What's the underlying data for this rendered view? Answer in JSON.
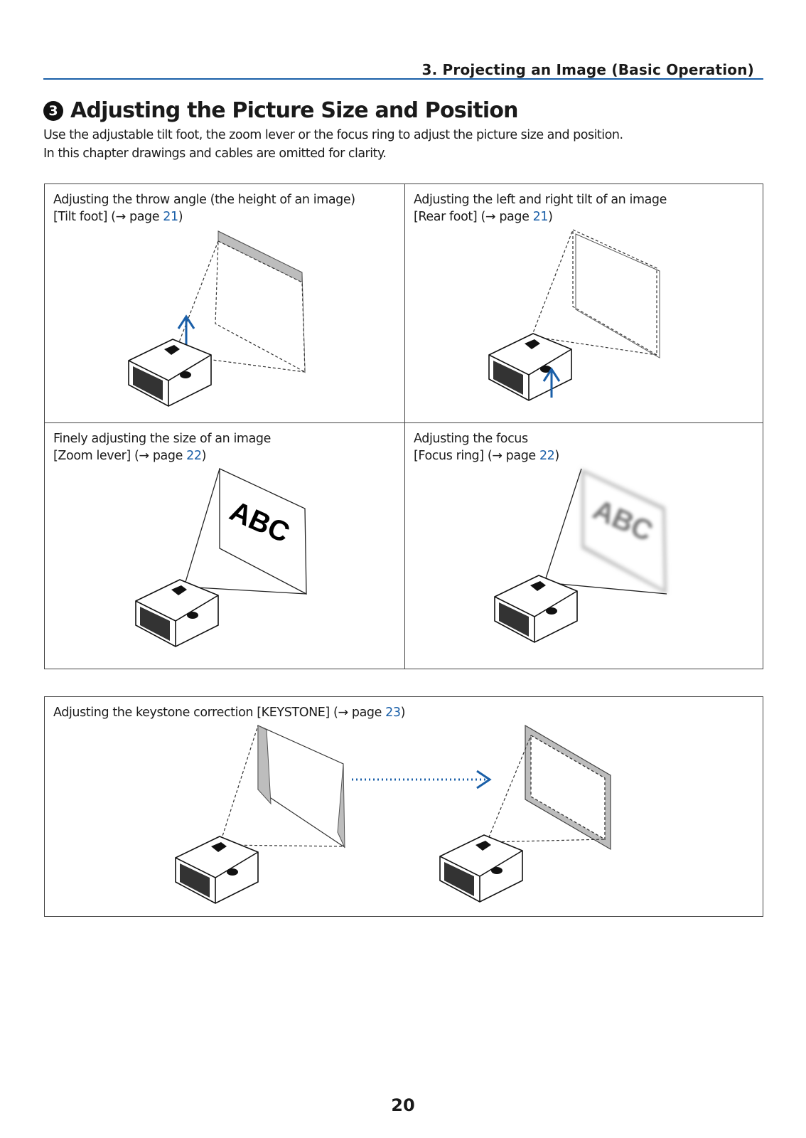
{
  "header": {
    "title": "3. Projecting an Image (Basic Operation)"
  },
  "section": {
    "number": "3",
    "title": "Adjusting the Picture Size and Position",
    "intro": [
      "Use the adjustable tilt foot, the zoom lever or the focus ring to adjust the picture size and position.",
      "In this chapter drawings and cables are omitted for clarity."
    ]
  },
  "panels": [
    {
      "line1": "Adjusting the throw angle (the height of an image)",
      "line2_prefix": "[Tilt foot] (→ page ",
      "page": "21",
      "line2_suffix": ")"
    },
    {
      "line1": "Adjusting the left and right tilt of an image",
      "line2_prefix": "[Rear foot] (→ page ",
      "page": "21",
      "line2_suffix": ")"
    },
    {
      "line1": "Finely adjusting the size of an image",
      "line2_prefix": "[Zoom lever] (→ page ",
      "page": "22",
      "line2_suffix": ")"
    },
    {
      "line1": "Adjusting the focus",
      "line2_prefix": "[Focus ring] (→ page ",
      "page": "22",
      "line2_suffix": ")",
      "screen_text": "ABC"
    }
  ],
  "zoom_screen_text": "ABC",
  "keystone": {
    "prefix": "Adjusting the keystone correction [KEYSTONE] (→ page ",
    "page": "23",
    "suffix": ")"
  },
  "page_number": "20",
  "colors": {
    "accent": "#1a5fa8",
    "screen_shade": "#bdbdbd"
  }
}
